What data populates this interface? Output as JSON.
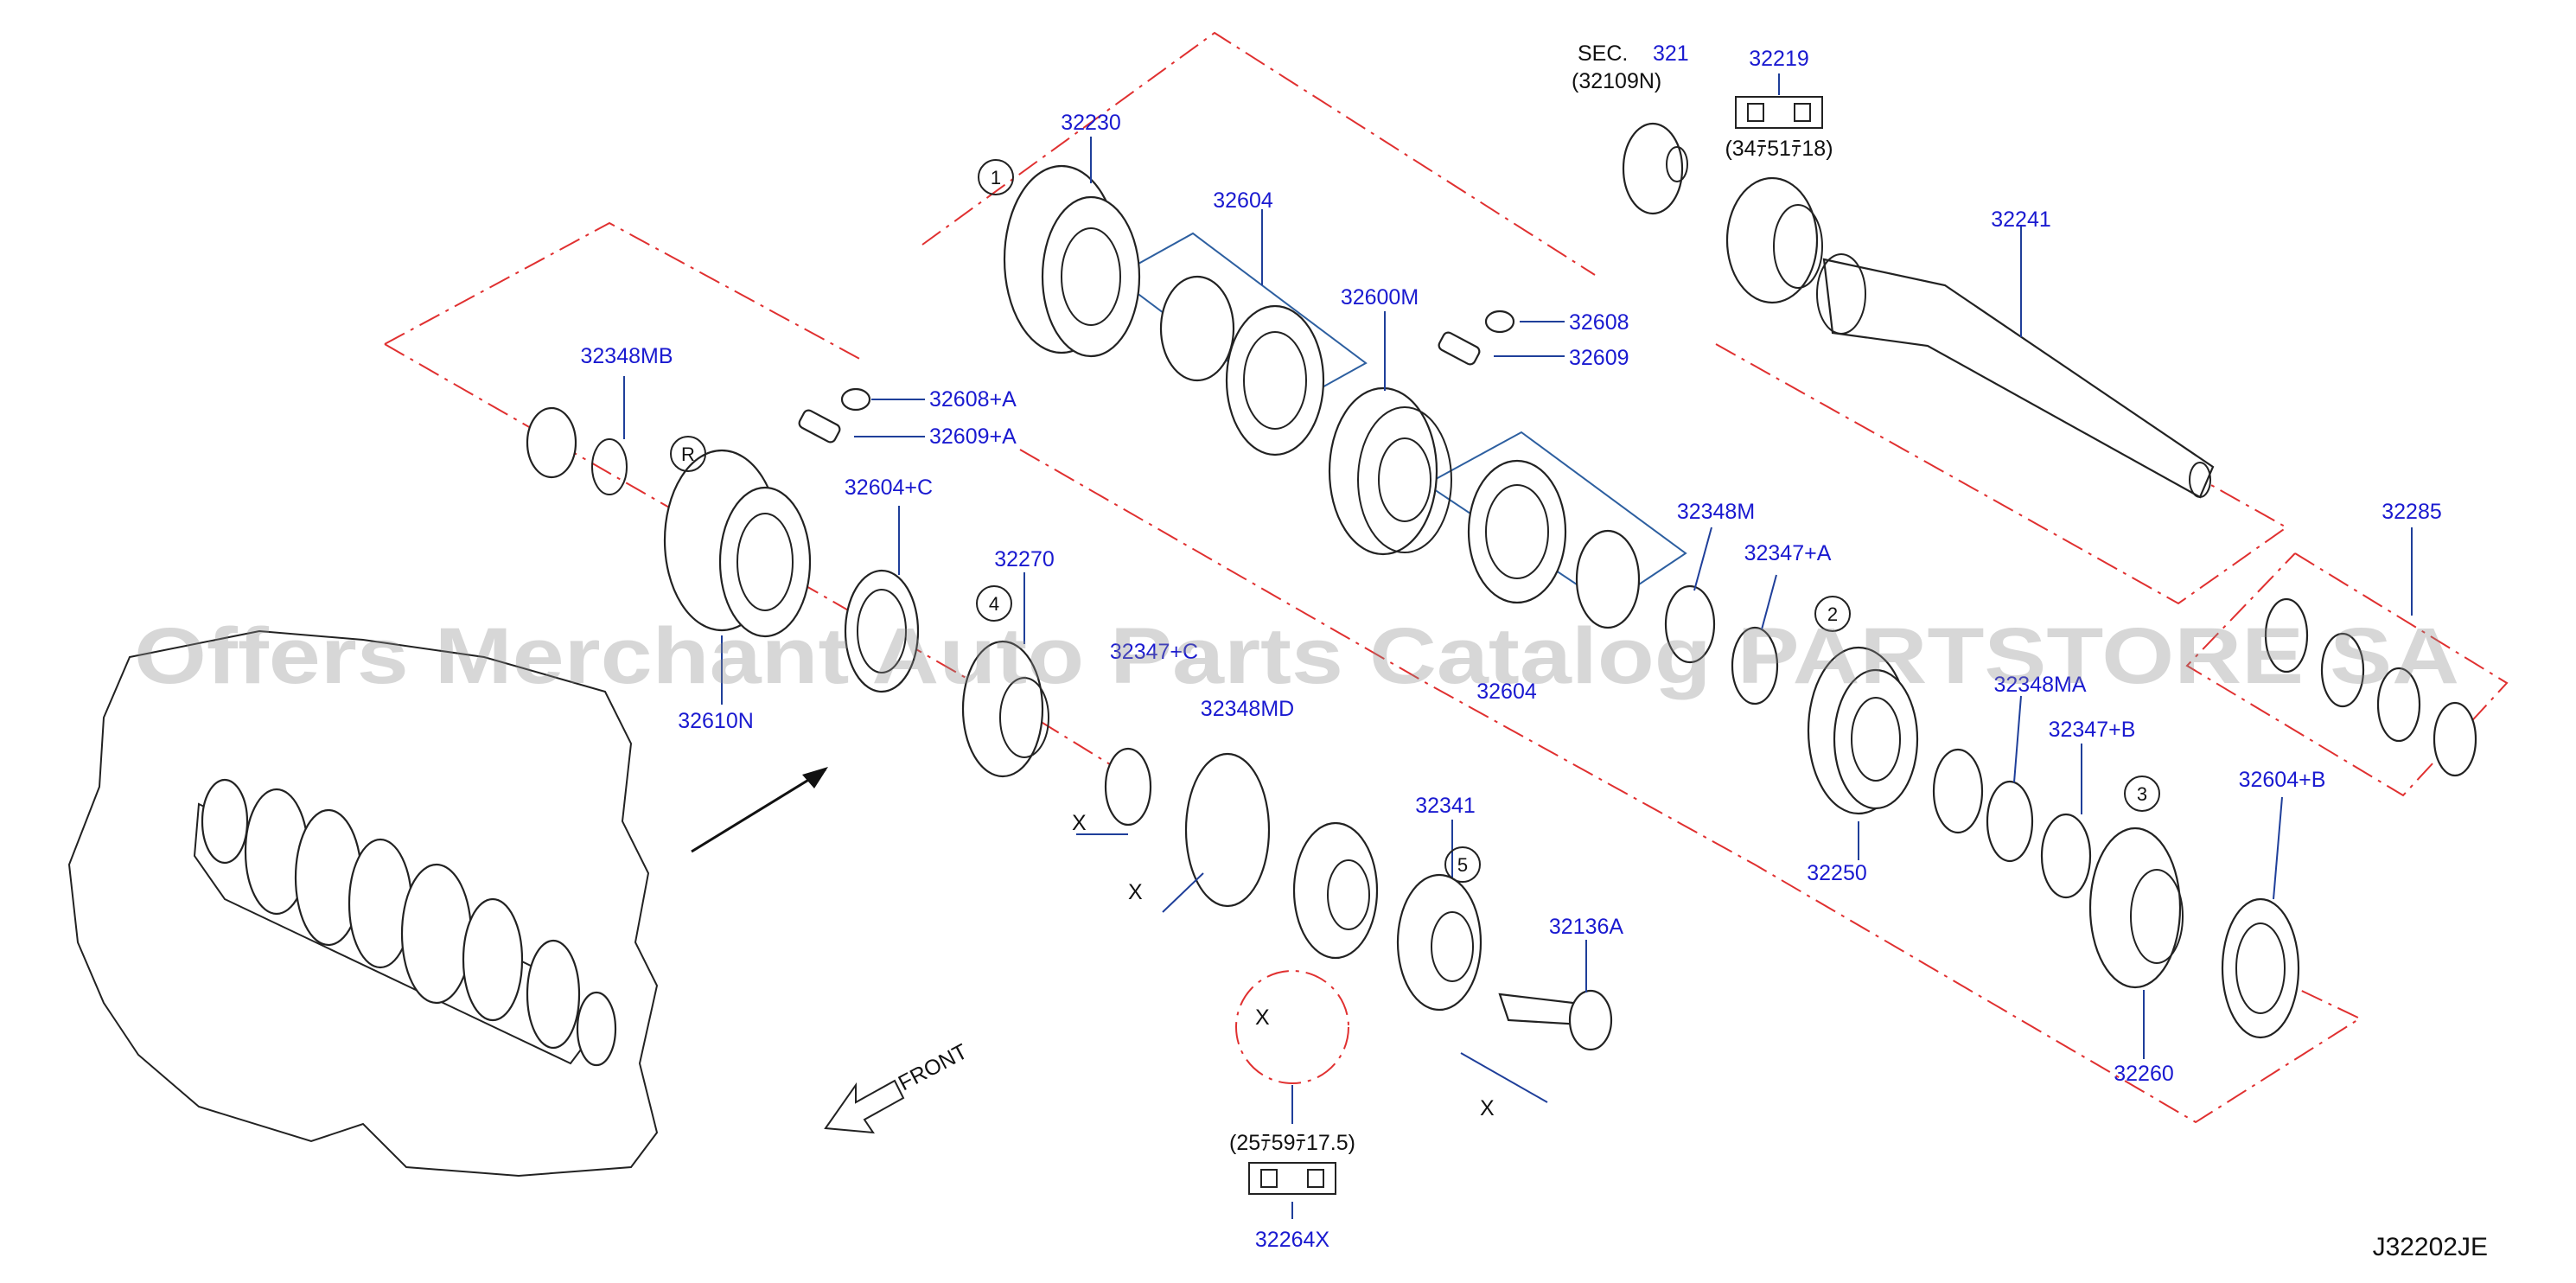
{
  "diagram_code": "J32202JE",
  "front_label": "FRONT",
  "watermark": "Offers Merchant Auto Parts Catalog PARTSTORE SA",
  "section_ref": {
    "prefix": "SEC.",
    "number": "321",
    "sub": "(32109N)"
  },
  "dims": {
    "bearing_top": "(34ﾃ51ﾃ18)",
    "bearing_bottom": "(25ﾃ59ﾃ17.5)"
  },
  "x_mark": "X",
  "gear_marks": {
    "r": "R",
    "g1": "1",
    "g2": "2",
    "g3": "3",
    "g4": "4",
    "g5": "5"
  },
  "parts": {
    "p32230": "32230",
    "p32604a": "32604",
    "p32600m": "32600M",
    "p32608": "32608",
    "p32609": "32609",
    "p32219": "32219",
    "p32241": "32241",
    "p32348mb": "32348MB",
    "p32608a": "32608+A",
    "p32609a": "32609+A",
    "p32604c": "32604+C",
    "p32610n": "32610N",
    "p32270": "32270",
    "p32347c": "32347+C",
    "p32348md": "32348MD",
    "p32604b_mid": "32604",
    "p32348m": "32348M",
    "p32347a": "32347+A",
    "p32285": "32285",
    "p32348ma": "32348MA",
    "p32347b": "32347+B",
    "p32250": "32250",
    "p32604b": "32604+B",
    "p32260": "32260",
    "p32341": "32341",
    "p32136a": "32136A",
    "p32264x": "32264X"
  }
}
